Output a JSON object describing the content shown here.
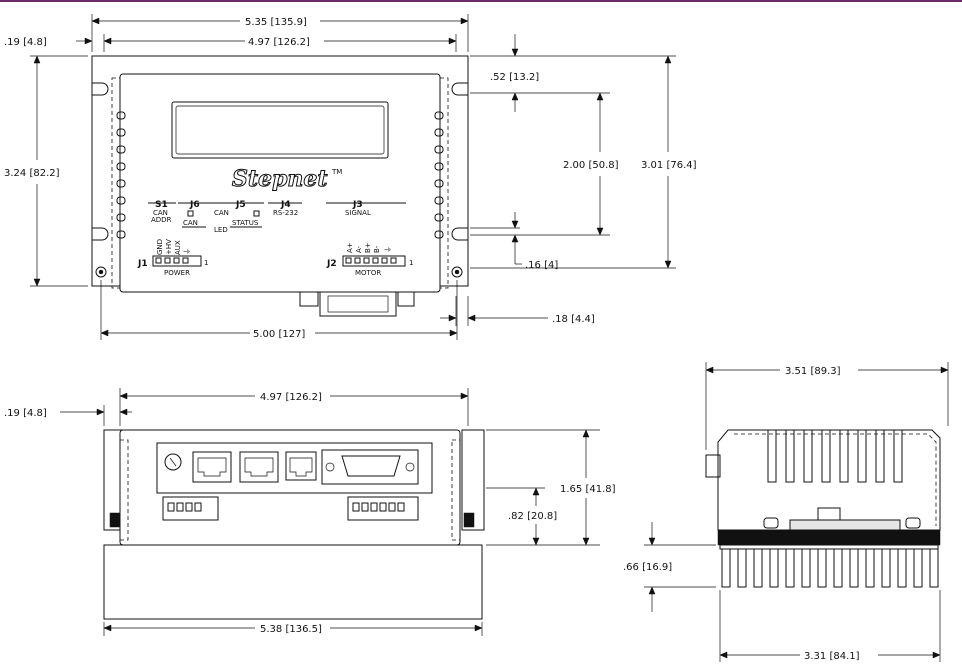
{
  "dimensions": {
    "top_overall_width": "5.35 [135.9]",
    "top_flange_offset": ".19 [4.8]",
    "top_body_width": "4.97 [126.2]",
    "top_overall_height": "3.24 [82.2]",
    "top_hole_offset": ".52 [13.2]",
    "top_hole_spacing": "2.00 [50.8]",
    "top_body_height": "3.01 [76.4]",
    "top_hole_bottom": ".16 [4]",
    "top_connector_protrusion": ".18 [4.4]",
    "top_hole_pitch": "5.00 [127]",
    "front_flange_offset": ".19 [4.8]",
    "front_body_width": "4.97 [126.2]",
    "front_overall_height": "1.65 [41.8]",
    "front_mount_height": ".82 [20.8]",
    "front_heatsink_width": "5.38 [136.5]",
    "side_overall_width": "3.51 [89.3]",
    "side_heatsink_height": ".66 [16.9]",
    "side_heatsink_width": "3.31 [84.1]"
  },
  "labels": {
    "brand": "Stepnet",
    "trademark": "TM",
    "s1": "S1",
    "can_addr_1": "CAN",
    "can_addr_2": "ADDR",
    "j6": "J6",
    "j6_sub": "CAN",
    "j5": "J5",
    "j5_can": "CAN",
    "j5_status": "STATUS",
    "led": "LED",
    "j4": "J4",
    "j4_sub": "RS-232",
    "j3": "J3",
    "j3_sub": "SIGNAL",
    "j1": "J1",
    "j1_sub": "POWER",
    "j1_pin1": "1",
    "j1_pins": [
      "GND",
      "+HV",
      "AUX",
      "⏚"
    ],
    "j2": "J2",
    "j2_sub": "MOTOR",
    "j2_pin1": "1",
    "j2_pins": [
      "A+",
      "A-",
      "B+",
      "B-",
      "⏚"
    ]
  }
}
